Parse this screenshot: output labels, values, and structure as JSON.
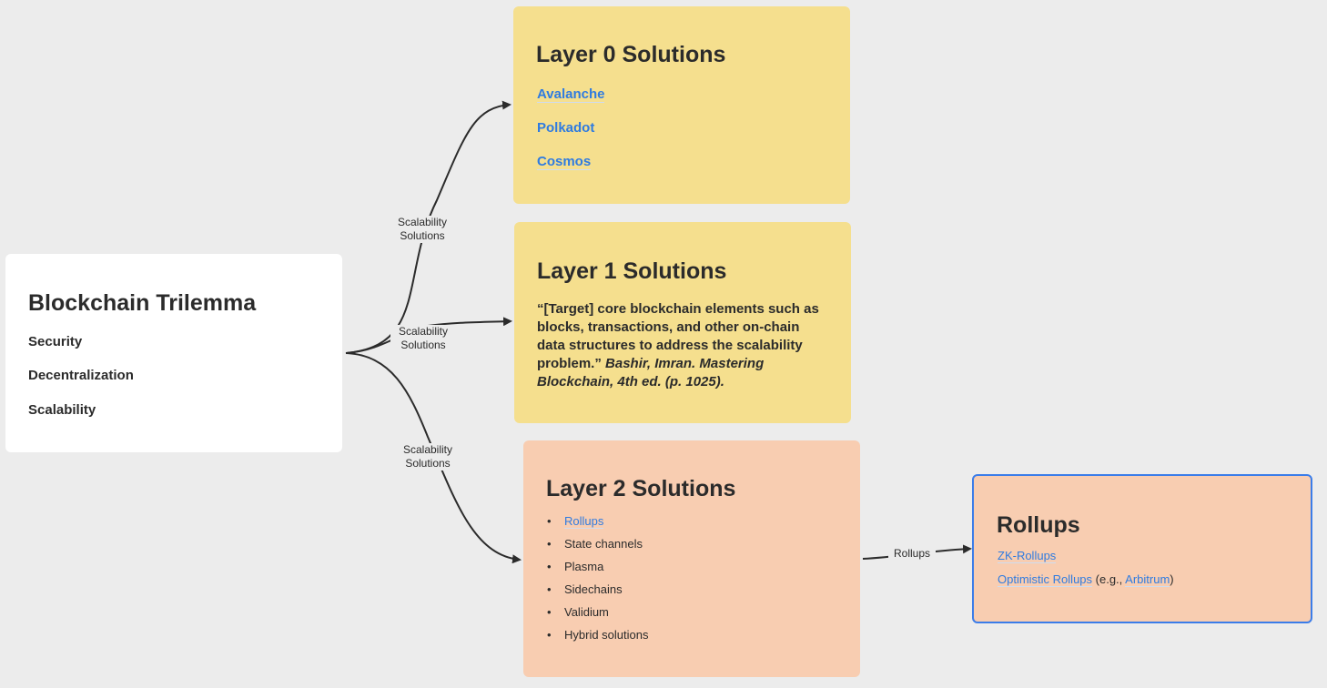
{
  "trilemma": {
    "title": "Blockchain Trilemma",
    "items": [
      "Security",
      "Decentralization",
      "Scalability"
    ]
  },
  "layer0": {
    "title": "Layer 0 Solutions",
    "links": [
      "Avalanche",
      "Polkadot",
      "Cosmos"
    ]
  },
  "layer1": {
    "title": "Layer 1 Solutions",
    "quote_line1": "“[Target] core blockchain elements such as",
    "quote_line2": "blocks, transactions, and other on-chain",
    "quote_line3": "data structures to address the scalability",
    "quote_line4_text": "problem.”",
    "quote_line4_citation": "Bashir,  Imran. Mastering",
    "quote_line5_citation": "Blockchain, 4th ed. (p. 1025)."
  },
  "layer2": {
    "title": "Layer 2 Solutions",
    "items": [
      "Rollups",
      "State channels",
      "Plasma",
      "Sidechains",
      "Validium",
      "Hybrid solutions"
    ]
  },
  "rollups": {
    "title": "Rollups",
    "zk": "ZK-Rollups",
    "optimistic": "Optimistic Rollups",
    "eg_open": " (e.g., ",
    "arbitrum": "Arbitrum",
    "eg_close": ")"
  },
  "edges": {
    "label1_line1": "Scalability",
    "label1_line2": "Solutions",
    "label2_line1": "Scalability",
    "label2_line2": "Solutions",
    "label3_line1": "Scalability",
    "label3_line2": "Solutions",
    "label4": "Rollups"
  },
  "colors": {
    "yellow_card": "#f5df8e",
    "peach_card": "#f8cdb1",
    "link_blue": "#2f7be0",
    "selection_border": "#3b7de9"
  }
}
